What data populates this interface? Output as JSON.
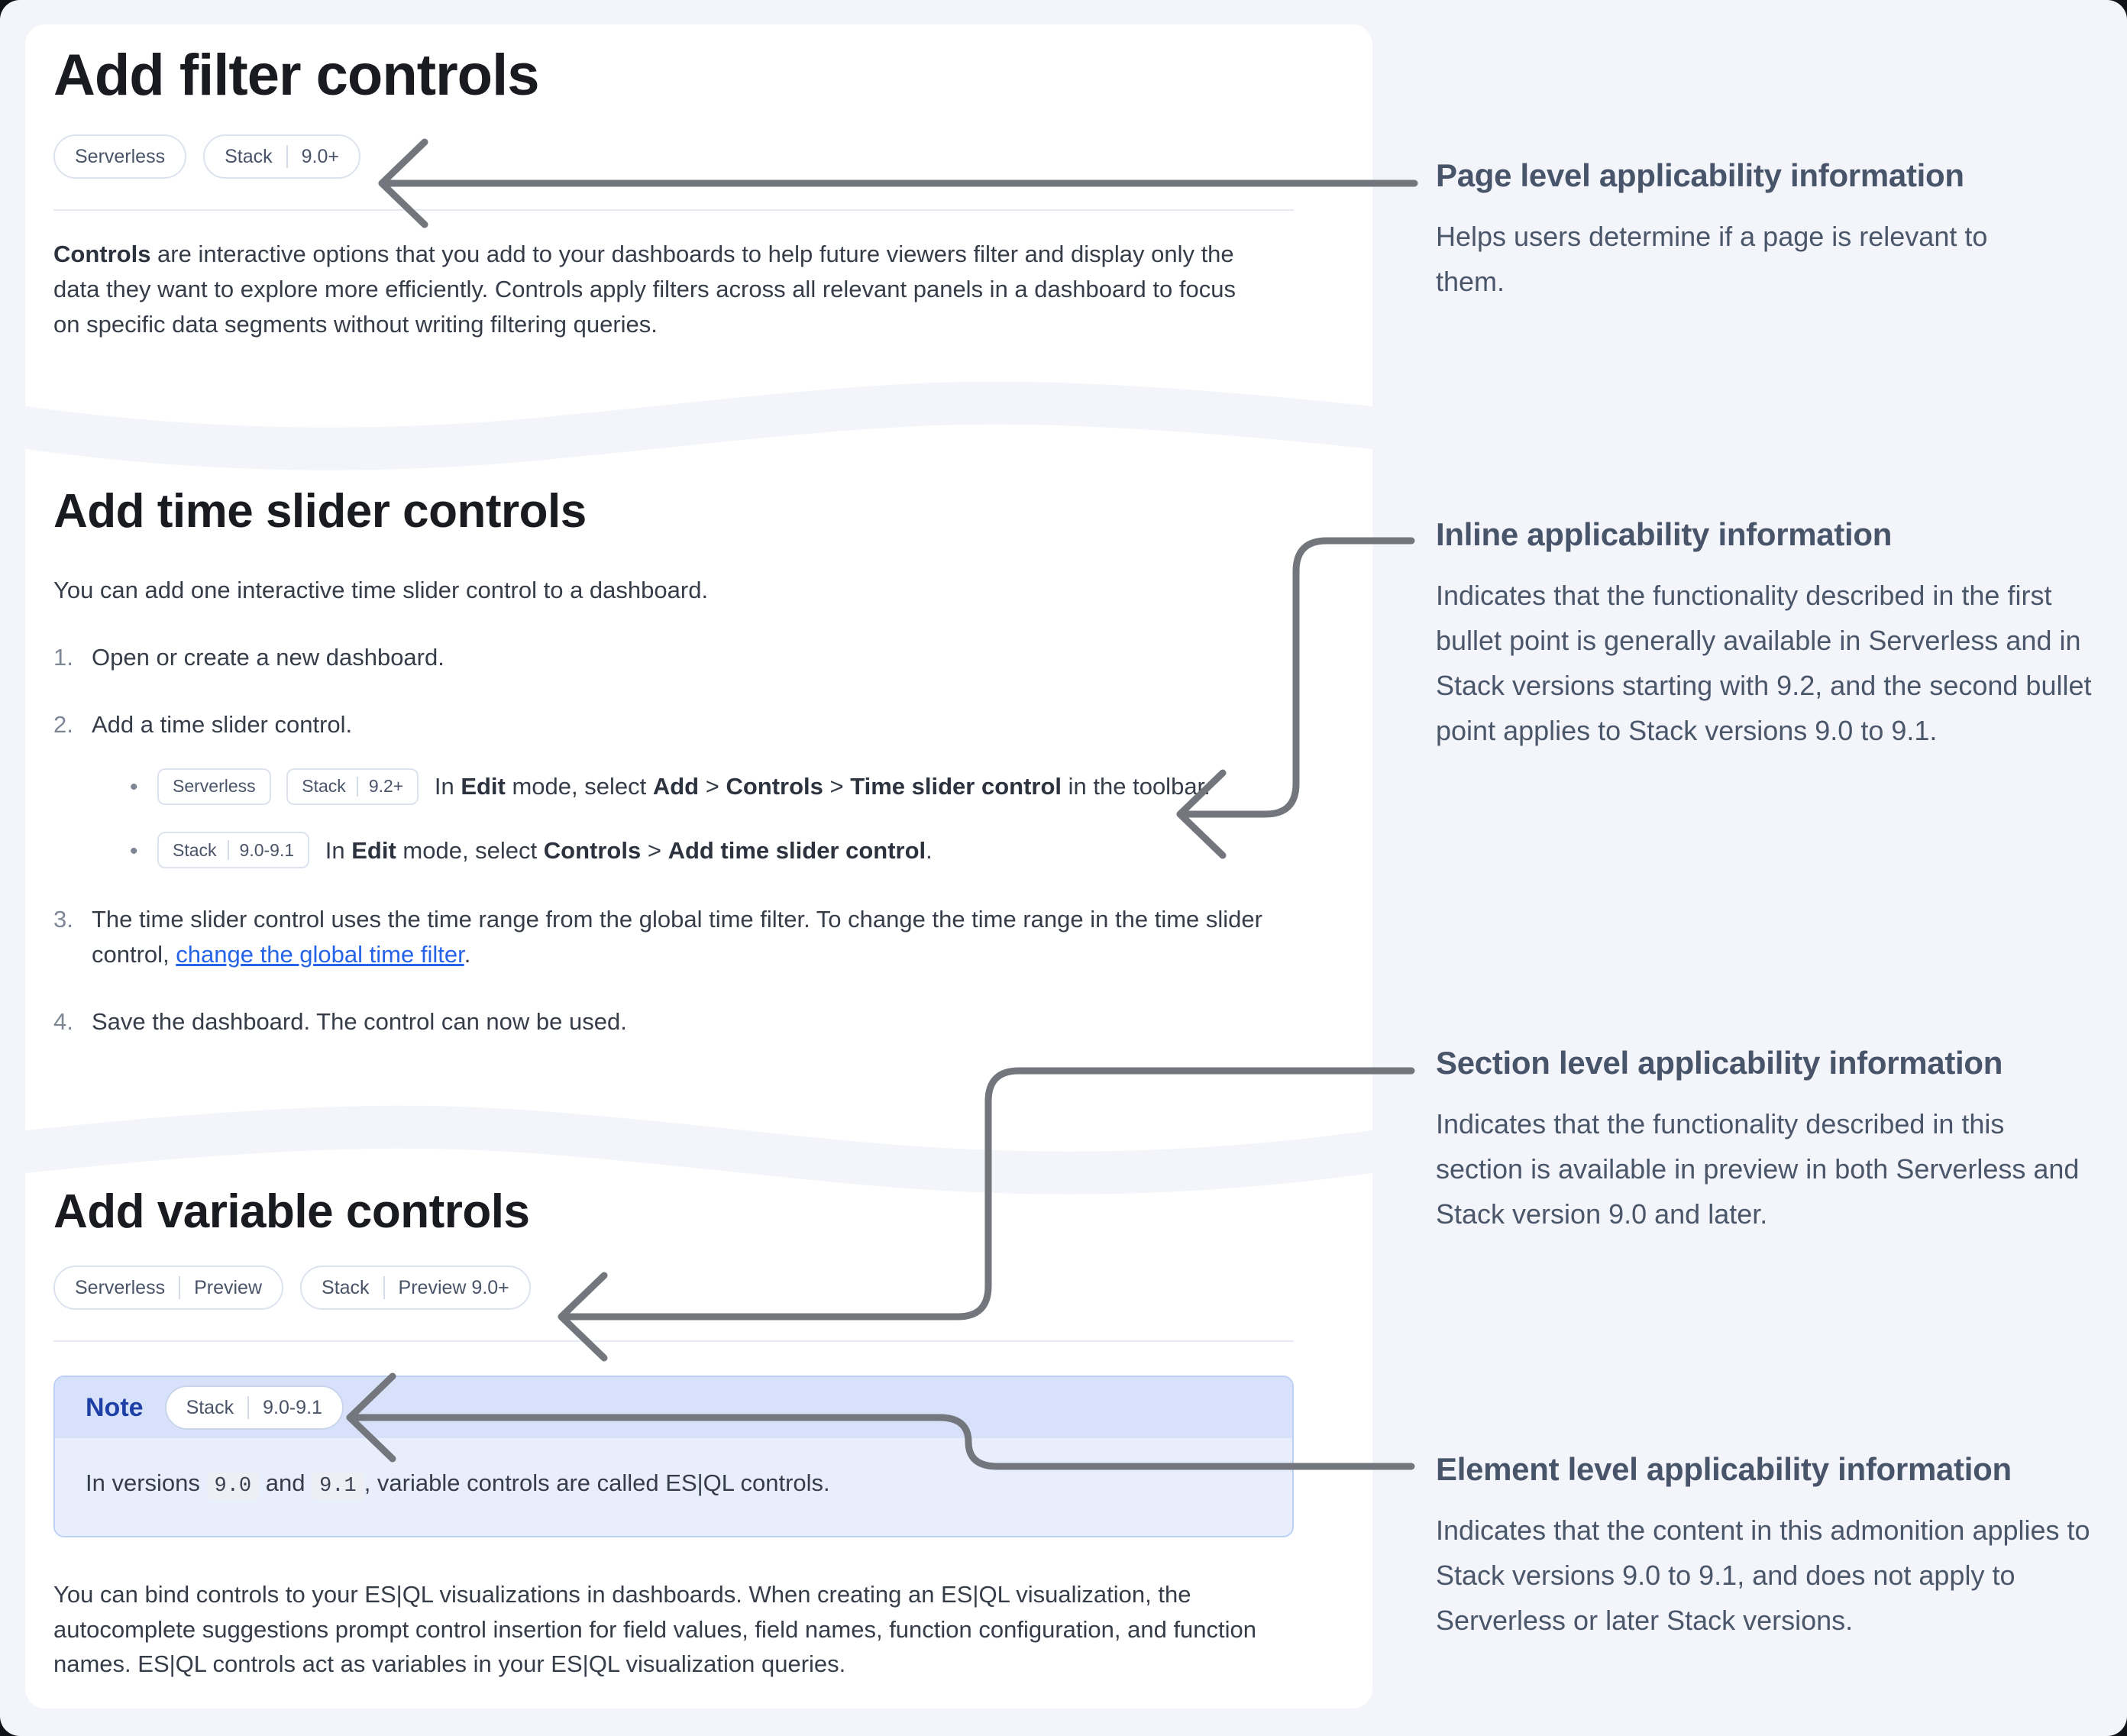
{
  "colors": {
    "page_bg": "#f4f5fb",
    "card_bg": "#ffffff",
    "arrow": "#73767c",
    "link_blue": "#2563e8",
    "note_header_bg": "#d7e2fa",
    "note_body_bg": "#e9eefc",
    "note_label_blue": "#1e3fa6",
    "annotation_text": "#4a5669",
    "heading_text": "#191b20"
  },
  "card1": {
    "title": "Add filter controls",
    "badges": [
      {
        "parts": [
          "Serverless"
        ]
      },
      {
        "parts": [
          "Stack",
          "9.0+"
        ]
      }
    ],
    "paragraph": [
      {
        "b": "Controls"
      },
      {
        "t": " are interactive options that you add to your dashboards to help future viewers filter and display only the data they want to explore more efficiently. Controls apply filters across all relevant panels in a dashboard to focus on specific data segments without writing filtering queries."
      }
    ]
  },
  "card2": {
    "title": "Add time slider controls",
    "intro": "You can add one interactive time slider control to a dashboard.",
    "steps": [
      {
        "rich": [
          {
            "t": "Open or create a new dashboard."
          }
        ]
      },
      {
        "rich": [
          {
            "t": "Add a time slider control."
          }
        ],
        "bullets": [
          {
            "badges": [
              {
                "parts": [
                  "Serverless"
                ]
              },
              {
                "parts": [
                  "Stack",
                  "9.2+"
                ]
              }
            ],
            "rich": [
              {
                "t": "In "
              },
              {
                "b": "Edit"
              },
              {
                "t": " mode, select "
              },
              {
                "b": "Add"
              },
              {
                "t": " > "
              },
              {
                "b": "Controls"
              },
              {
                "t": " > "
              },
              {
                "b": "Time slider control"
              },
              {
                "t": " in the toolbar."
              }
            ]
          },
          {
            "badges": [
              {
                "parts": [
                  "Stack",
                  "9.0-9.1"
                ]
              }
            ],
            "rich": [
              {
                "t": "In "
              },
              {
                "b": "Edit"
              },
              {
                "t": " mode, select "
              },
              {
                "b": "Controls"
              },
              {
                "t": " > "
              },
              {
                "b": "Add time slider control"
              },
              {
                "t": "."
              }
            ]
          }
        ]
      },
      {
        "rich": [
          {
            "t": "The time slider control uses the time range from the global time filter. To change the time range in the time slider control, "
          },
          {
            "link": "change the global time filter"
          },
          {
            "t": "."
          }
        ]
      },
      {
        "rich": [
          {
            "t": "Save the dashboard. The control can now be used."
          }
        ]
      }
    ]
  },
  "card3": {
    "title": "Add variable controls",
    "badges": [
      {
        "parts": [
          "Serverless",
          "Preview"
        ]
      },
      {
        "parts": [
          "Stack",
          "Preview 9.0+"
        ]
      }
    ],
    "note": {
      "label": "Note",
      "badge": {
        "parts": [
          "Stack",
          "9.0-9.1"
        ]
      },
      "body": [
        {
          "t": "In versions "
        },
        {
          "code": "9.0"
        },
        {
          "t": " and "
        },
        {
          "code": "9.1"
        },
        {
          "t": ", variable controls are called ES|QL controls."
        }
      ]
    },
    "paragraph": [
      {
        "t": "You can bind controls to your ES|QL visualizations in dashboards. When creating an ES|QL visualization, the autocomplete suggestions prompt control insertion for field values, field names, function configuration, and function names. ES|QL controls act as variables in your ES|QL visualization queries."
      }
    ]
  },
  "annotations": [
    {
      "title": "Page level applicability information",
      "body": "Helps users determine if a page is relevant to them."
    },
    {
      "title": "Inline applicability information",
      "body": "Indicates that the functionality described in the first bullet point is generally available in Serverless and in Stack versions starting with 9.2, and the second bullet point applies to Stack versions 9.0 to 9.1."
    },
    {
      "title": "Section level applicability information",
      "body": "Indicates that the functionality described in this section is available in preview in both Serverless and Stack version 9.0 and later."
    },
    {
      "title": "Element level applicability information",
      "body": "Indicates that the content in this admonition applies to Stack versions 9.0 to 9.1, and does not apply to Serverless or later Stack versions."
    }
  ]
}
